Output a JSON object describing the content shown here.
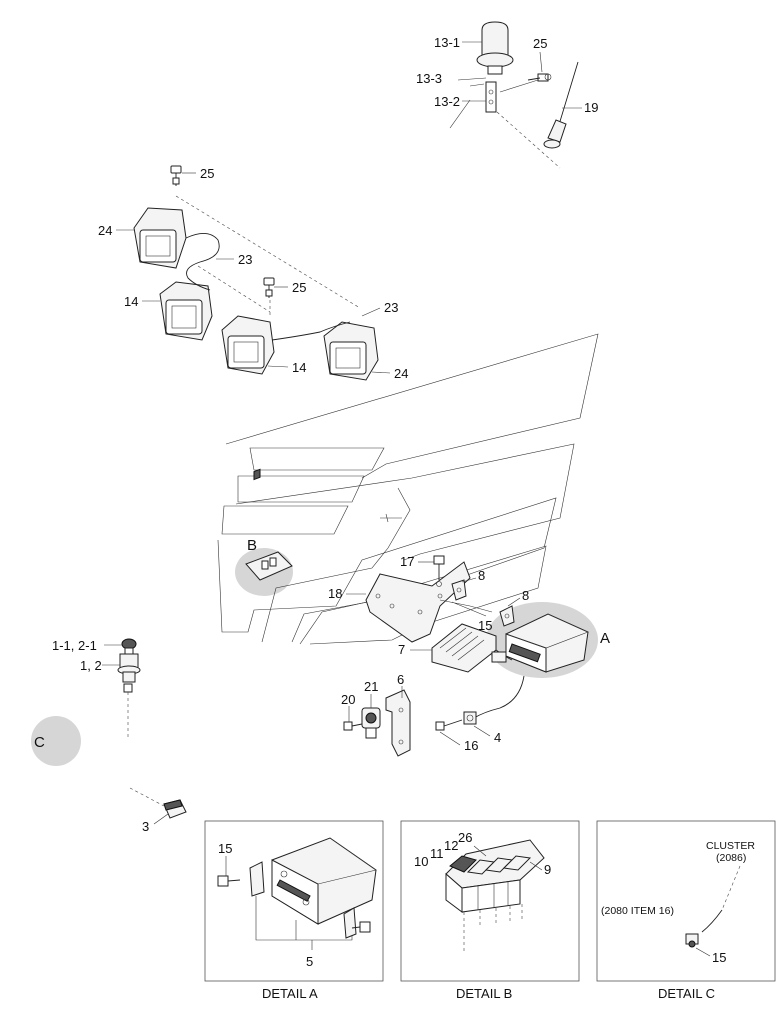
{
  "callouts": {
    "c13_1": "13-1",
    "c13_3": "13-3",
    "c13_2": "13-2",
    "c25_top": "25",
    "c19": "19",
    "c25_a": "25",
    "c24_a": "24",
    "c23_a": "23",
    "c25_b": "25",
    "c14_a": "14",
    "c23_b": "23",
    "c14_b": "14",
    "c24_b": "24",
    "c17": "17",
    "c8_a": "8",
    "c18": "18",
    "c8_b": "8",
    "c15_main": "15",
    "c7": "7",
    "c6": "6",
    "c21": "21",
    "c20": "20",
    "c4": "4",
    "c16": "16",
    "c1_1": "1-1, 2-1",
    "c1_2": "1, 2",
    "c3": "3",
    "c15_a": "15",
    "c5": "5",
    "c26": "26",
    "c12": "12",
    "c11": "11",
    "c10": "10",
    "c9": "9",
    "c15_c": "15"
  },
  "detail_letters": {
    "a": "A",
    "b": "B",
    "c": "C"
  },
  "details": {
    "a_title": "DETAIL A",
    "b_title": "DETAIL B",
    "c_title": "DETAIL C",
    "c_cluster": "CLUSTER",
    "c_cluster_no": "(2086)",
    "c_ref": "(2080 ITEM 16)"
  },
  "colors": {
    "highlight": "#d6d6d6",
    "line": "#222222"
  }
}
